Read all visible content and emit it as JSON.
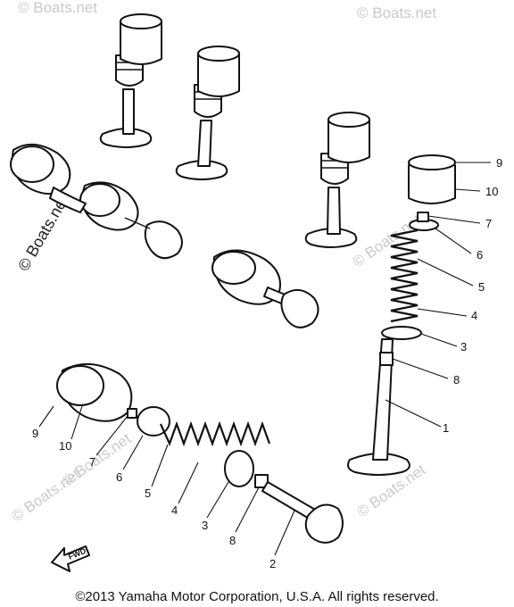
{
  "watermark": {
    "text": "© Boats.net"
  },
  "callouts": {
    "valve_intake": "1",
    "valve_exhaust": "2",
    "seat_lower": "3",
    "spring_inner": "4",
    "spring_outer": "5",
    "retainer": "6",
    "cotter": "7",
    "seal": "8",
    "shim": "9",
    "lifter": "10"
  },
  "direction_arrow": {
    "label": "FWD"
  },
  "footer": {
    "copyright": "©2013 Yamaha Motor Corporation, U.S.A. All rights reserved."
  }
}
